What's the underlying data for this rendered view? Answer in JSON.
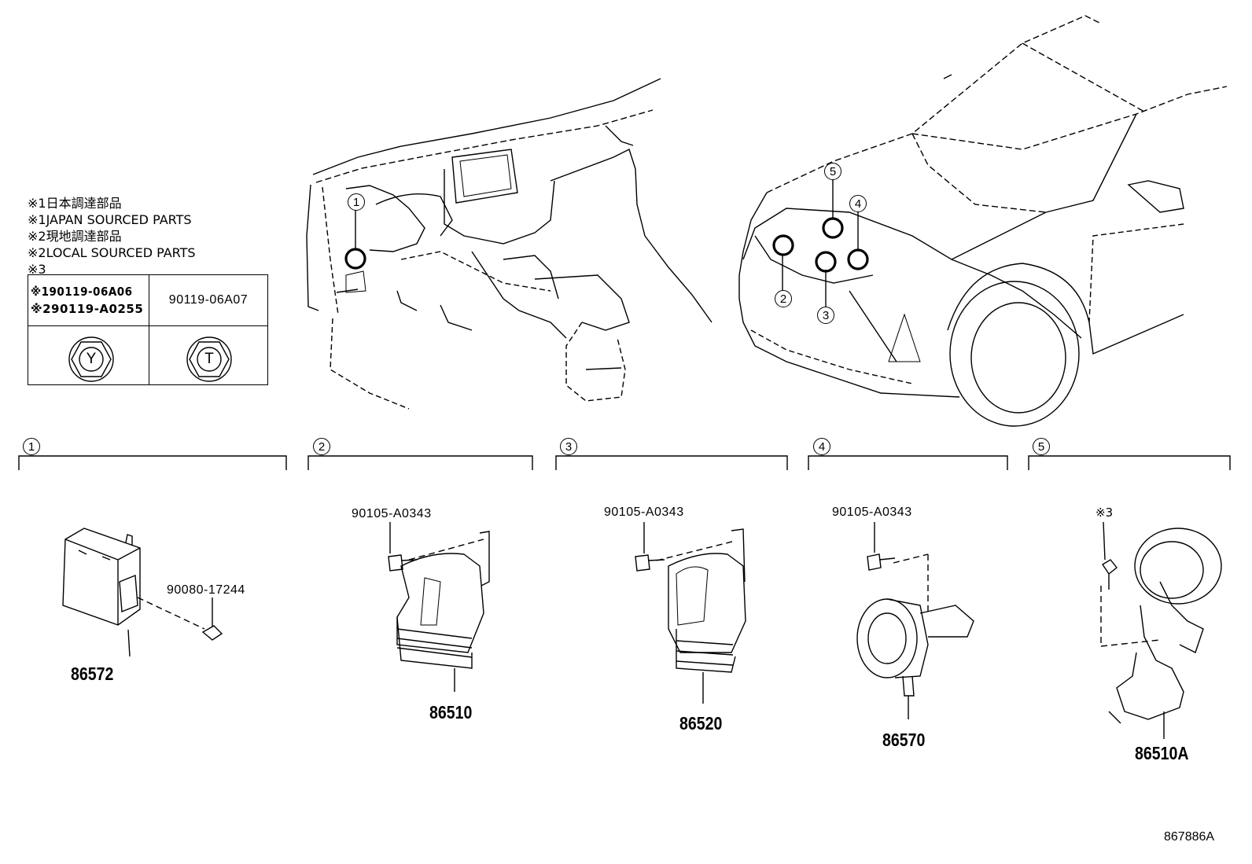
{
  "legend": {
    "line1": "※1日本調達部品",
    "line2": "※1JAPAN SOURCED PARTS",
    "line3": "※2現地調達部品",
    "line4": "※2LOCAL SOURCED PARTS",
    "line5": "※3"
  },
  "bolt_table": {
    "left_header_1": "※190119-06A06",
    "left_header_2": "※290119-A0255",
    "right_header": "90119-06A07",
    "left_mark": "Y",
    "right_mark": "T"
  },
  "location_markers": [
    "1",
    "2",
    "3",
    "4",
    "5"
  ],
  "sections": [
    {
      "number": "1",
      "parts": [
        "86572"
      ],
      "fasteners": [
        "90080-17244"
      ]
    },
    {
      "number": "2",
      "parts": [
        "86510"
      ],
      "fasteners": [
        "90105-A0343"
      ]
    },
    {
      "number": "3",
      "parts": [
        "86520"
      ],
      "fasteners": [
        "90105-A0343"
      ]
    },
    {
      "number": "4",
      "parts": [
        "86570"
      ],
      "fasteners": [
        "90105-A0343"
      ]
    },
    {
      "number": "5",
      "parts": [
        "86510A"
      ],
      "fasteners": [
        "※3"
      ]
    }
  ],
  "illustration_id": "867886A"
}
